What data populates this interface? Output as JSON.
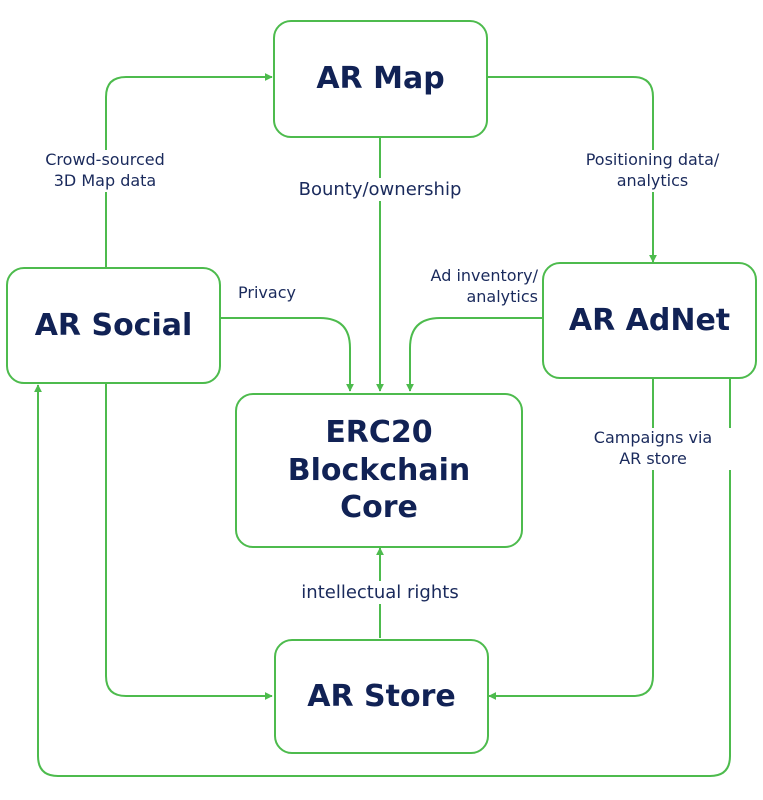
{
  "nodes": {
    "ar_map": "AR Map",
    "ar_social": "AR Social",
    "ar_adnet": "AR AdNet",
    "core_line1": "ERC20 Blockchain",
    "core_line2": "Core",
    "ar_store": "AR Store"
  },
  "edges": {
    "crowd_sourced_1": "Crowd-sourced",
    "crowd_sourced_2": "3D Map data",
    "positioning_1": "Positioning data/",
    "positioning_2": "analytics",
    "bounty": "Bounty/ownership",
    "privacy": "Privacy",
    "ad_inventory_1": "Ad inventory/",
    "ad_inventory_2": "analytics",
    "campaigns_1": "Campaigns via",
    "campaigns_2": "AR store",
    "intellectual_rights": "intellectual rights"
  },
  "colors": {
    "line": "#4dbb4d",
    "text": "#112255"
  }
}
